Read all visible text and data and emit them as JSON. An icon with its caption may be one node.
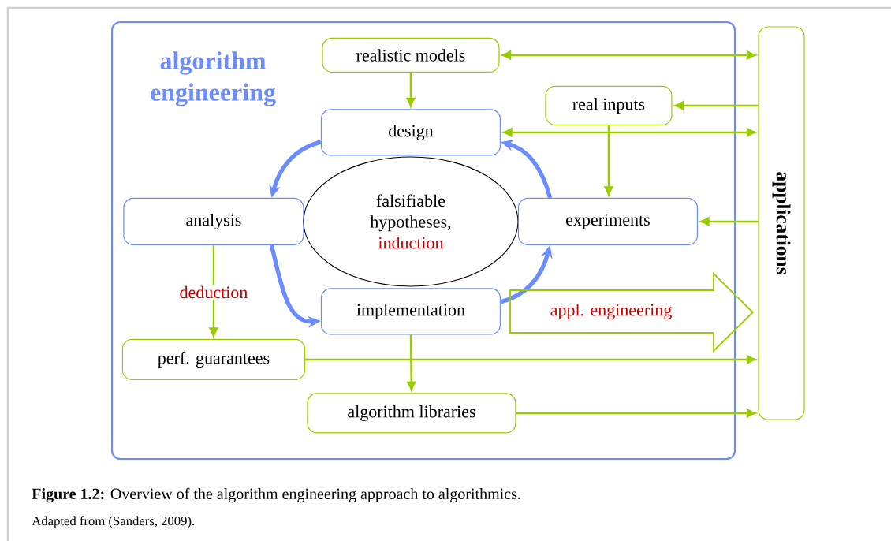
{
  "diagram": {
    "caption": "**Figure 1.2:** Overview of the algorithm engineering approach to algorithmics.",
    "nodes": [
      {
        "text": [
          "algorithm engineering"
        ]
      },
      {
        "text": [
          "realistic models"
        ],
        "in": 0
      },
      {
        "text": [
          "real inputs"
        ],
        "in": 0
      },
      {
        "text": [
          "design"
        ],
        "in": 0
      },
      {
        "text": [
          "analysis"
        ],
        "in": 0
      },
      {
        "text": [
          "falsifiable hypotheses,",
          "induction"
        ],
        "in": 0
      },
      {
        "text": [
          "experiments"
        ],
        "in": 0
      },
      {
        "text": [
          "implementation"
        ],
        "in": 0
      },
      {
        "text": [
          "perf. guarantees"
        ],
        "in": 0
      },
      {
        "text": [
          "algorithm libraries"
        ],
        "in": 0
      },
      {
        "text": [
          "applications"
        ]
      }
    ],
    "edges": [
      {
        "from": 1,
        "to": 3,
        "arrow": "to"
      },
      {
        "from": 1,
        "to": 10,
        "arrow": "both"
      },
      {
        "from": 10,
        "to": 2,
        "arrow": "to"
      },
      {
        "from": 3,
        "to": 10,
        "arrow": "both"
      },
      {
        "from": 2,
        "to": 6,
        "arrow": "to"
      },
      {
        "from": 10,
        "to": 6,
        "arrow": "to"
      },
      {
        "from": 3,
        "to": 4,
        "arrow": "to",
        "style": "thick",
        "color": "#6b8cff"
      },
      {
        "from": 4,
        "to": 7,
        "arrow": "to",
        "style": "thick",
        "color": "#6b8cff"
      },
      {
        "from": 7,
        "to": 6,
        "arrow": "to",
        "style": "thick",
        "color": "#6b8cff"
      },
      {
        "from": 6,
        "to": 3,
        "arrow": "to",
        "style": "thick",
        "color": "#6b8cff"
      },
      {
        "from": 4,
        "to": 8,
        "arrow": "to",
        "label": "deduction"
      },
      {
        "from": 7,
        "to": 9,
        "arrow": "to"
      },
      {
        "from": 8,
        "to": 10,
        "arrow": "to"
      },
      {
        "from": 9,
        "to": 10,
        "arrow": "to"
      },
      {
        "from": 7,
        "to": 10,
        "arrow": "to",
        "label": "appl. engineering"
      }
    ],
    "labels": [
      "Adapted from (Sanders, 2009)."
    ]
  }
}
